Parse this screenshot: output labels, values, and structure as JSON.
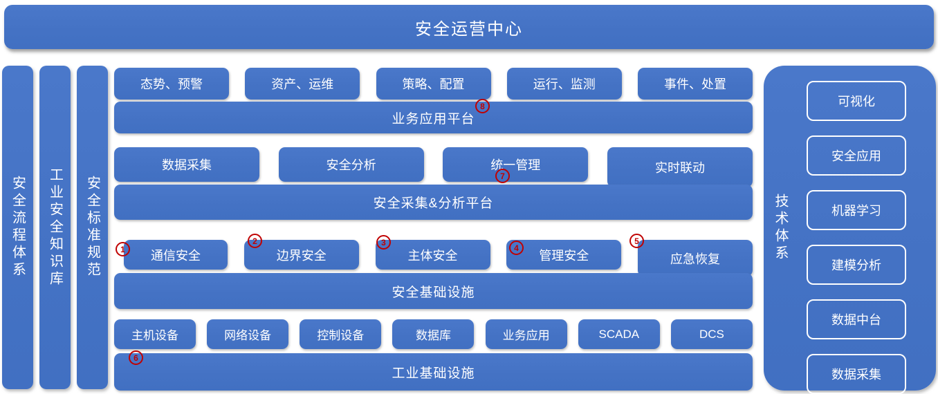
{
  "colors": {
    "primary_blue": "#4472C4",
    "marker_red": "#C00000",
    "text_white": "#FFFFFF"
  },
  "banner": {
    "title": "安全运营中心"
  },
  "pillars": [
    {
      "label": "安全流程体系"
    },
    {
      "label": "工业安全知识库"
    },
    {
      "label": "安全标准规范"
    }
  ],
  "stack": {
    "app_boxes": [
      "态势、预警",
      "资产、运维",
      "策略、配置",
      "运行、监测",
      "事件、处置"
    ],
    "app_platform": "业务应用平台",
    "analysis_boxes": [
      "数据采集",
      "安全分析",
      "统一管理",
      "实时联动"
    ],
    "analysis_platform": "安全采集&分析平台",
    "security_boxes": [
      "通信安全",
      "边界安全",
      "主体安全",
      "管理安全",
      "应急恢复"
    ],
    "security_platform": "安全基础设施",
    "device_boxes": [
      "主机设备",
      "网络设备",
      "控制设备",
      "数据库",
      "业务应用",
      "SCADA",
      "DCS"
    ],
    "device_platform": "工业基础设施"
  },
  "tech_panel": {
    "label": "技术体系",
    "boxes": [
      "可视化",
      "安全应用",
      "机器学习",
      "建模分析",
      "数据中台",
      "数据采集"
    ]
  },
  "markers": [
    "1",
    "2",
    "3",
    "4",
    "5",
    "6",
    "7",
    "8"
  ]
}
